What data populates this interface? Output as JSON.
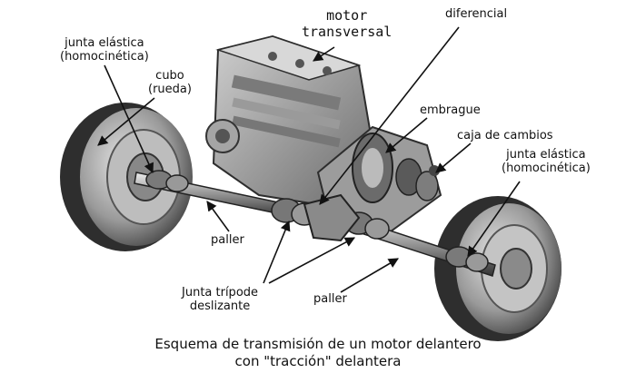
{
  "labels": {
    "motor_transversal": [
      "motor",
      "transversal"
    ],
    "diferencial": "diferencial",
    "junta_left": [
      "junta elástica",
      "(homocinética)"
    ],
    "cubo": [
      "cubo",
      "(rueda)"
    ],
    "embrague": "embrague",
    "caja_cambios": "caja de cambios",
    "junta_right": [
      "junta elástica",
      "(homocinética)"
    ],
    "paller_left": "paller",
    "paller_right": "paller",
    "junta_tripode": [
      "Junta trípode",
      "deslizante"
    ]
  },
  "caption": [
    "Esquema de transmisión de un motor delantero",
    "con \"tracción\" delantera"
  ],
  "colors": {
    "tire": "#2b2b2b",
    "metal_dark": "#444444",
    "metal_mid": "#8a8a8a",
    "metal_light": "#cfcfcf",
    "ink": "#111111"
  }
}
